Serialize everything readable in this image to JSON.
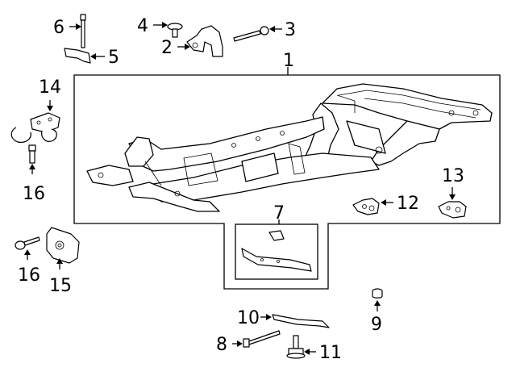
{
  "callouts": {
    "c1": "1",
    "c2": "2",
    "c3": "3",
    "c4": "4",
    "c5": "5",
    "c6": "6",
    "c7": "7",
    "c8": "8",
    "c9": "9",
    "c10": "10",
    "c11": "11",
    "c12": "12",
    "c13": "13",
    "c14": "14",
    "c15": "15",
    "c16a": "16",
    "c16b": "16"
  },
  "parts": [
    {
      "callout": "1",
      "icon": "frame-assembly-icon"
    },
    {
      "callout": "2",
      "icon": "bracket-icon"
    },
    {
      "callout": "3",
      "icon": "bolt-icon"
    },
    {
      "callout": "4",
      "icon": "rivet-icon"
    },
    {
      "callout": "5",
      "icon": "strap-icon"
    },
    {
      "callout": "6",
      "icon": "long-bolt-icon"
    },
    {
      "callout": "7",
      "icon": "crossmember-icon"
    },
    {
      "callout": "8",
      "icon": "bolt-icon"
    },
    {
      "callout": "9",
      "icon": "bushing-icon"
    },
    {
      "callout": "10",
      "icon": "reinforcement-icon"
    },
    {
      "callout": "11",
      "icon": "flange-bolt-icon"
    },
    {
      "callout": "12",
      "icon": "bracket-icon"
    },
    {
      "callout": "13",
      "icon": "bracket-icon"
    },
    {
      "callout": "14",
      "icon": "tow-hook-icon"
    },
    {
      "callout": "15",
      "icon": "mount-bracket-icon"
    },
    {
      "callout": "16",
      "icon": "bolt-icon"
    }
  ]
}
